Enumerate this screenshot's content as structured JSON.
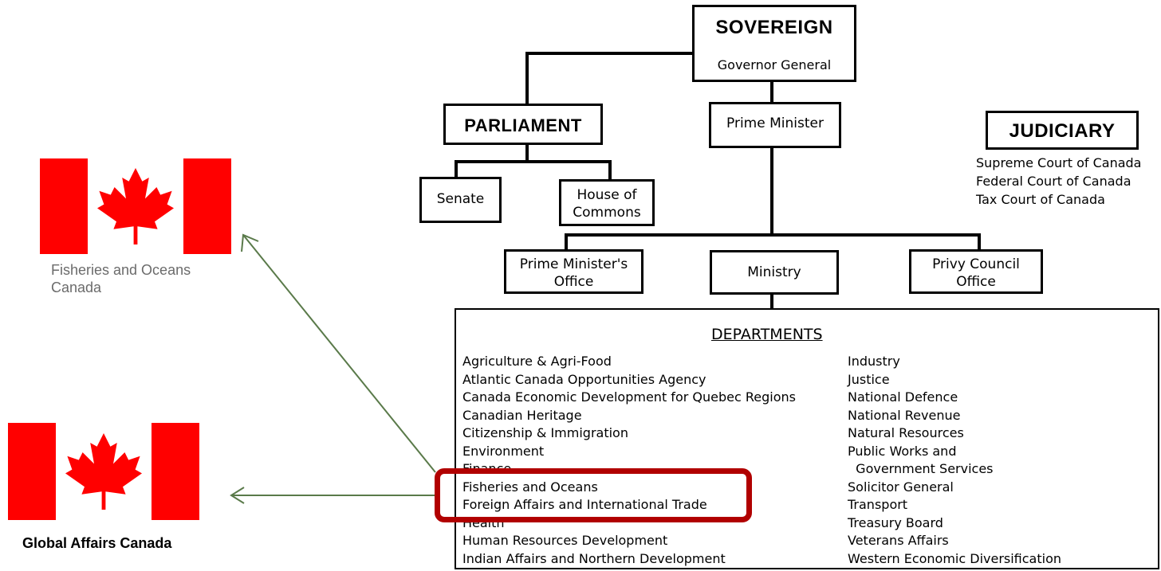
{
  "chart": {
    "sovereign_title": "SOVEREIGN",
    "sovereign_sub": "Governor General",
    "parliament": "PARLIAMENT",
    "prime_minister": "Prime Minister",
    "judiciary_title": "JUDICIARY",
    "judiciary_items": [
      "Supreme Court of Canada",
      "Federal Court of Canada",
      "Tax Court of Canada"
    ],
    "senate": "Senate",
    "house_line1": "House of",
    "house_line2": "Commons",
    "pmo_line1": "Prime Minister's",
    "pmo_line2": "Office",
    "ministry": "Ministry",
    "pco_line1": "Privy Council",
    "pco_line2": "Office",
    "departments_title": "DEPARTMENTS",
    "departments_left": [
      "Agriculture & Agri-Food",
      "Atlantic Canada Opportunities Agency",
      "Canada Economic Development for Quebec Regions",
      "Canadian Heritage",
      "Citizenship & Immigration",
      "Environment",
      "Finance",
      "Fisheries and Oceans",
      "Foreign Affairs and International Trade",
      "Health",
      "Human Resources Development",
      "Indian Affairs and Northern Development"
    ],
    "departments_right": [
      "Industry",
      "Justice",
      "National Defence",
      "National Revenue",
      "Natural Resources",
      "Public Works and",
      "  Government Services",
      "Solicitor General",
      "Transport",
      "Treasury Board",
      "Veterans Affairs",
      "Western Economic Diversification"
    ]
  },
  "logos": {
    "fisheries_line1": "Fisheries and Oceans",
    "fisheries_line2": "Canada",
    "global_affairs": "Global Affairs Canada"
  },
  "colors": {
    "flag_red": "#ff0000",
    "highlight": "#b10000",
    "arrow": "#5a7a4a"
  },
  "icons": [
    "canada-flag-icon",
    "maple-leaf-icon",
    "arrow-icon"
  ]
}
